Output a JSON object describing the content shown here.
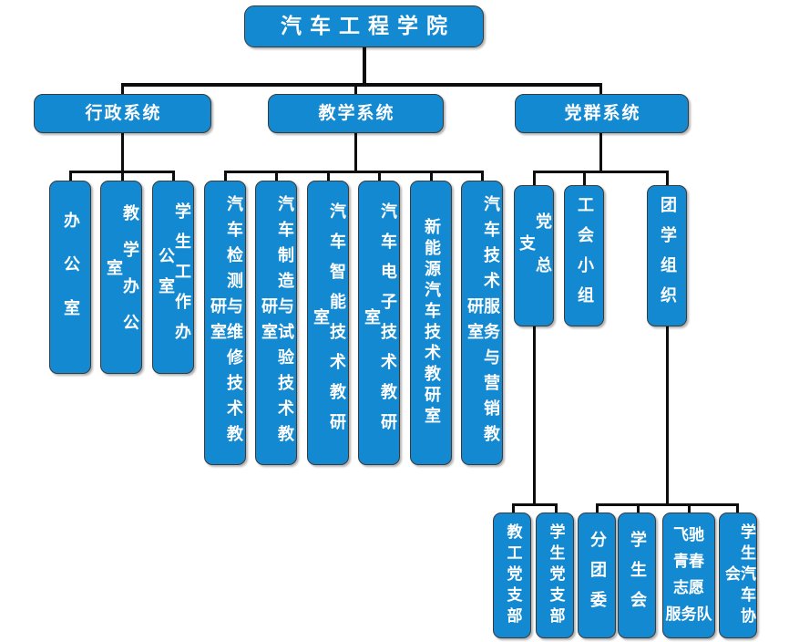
{
  "meta": {
    "title": "汽车工程学院组织结构图",
    "colors": {
      "node_fill": "#1389d2",
      "node_border": "#3a3a3a",
      "node_text": "#ffffff",
      "connector": "#0d0d0d",
      "background": "#ffffff"
    }
  },
  "root": {
    "label": "汽车工程学院"
  },
  "level2": [
    {
      "label": "行政系统"
    },
    {
      "label": "教学系统"
    },
    {
      "label": "党群系统"
    }
  ],
  "admin_children": [
    {
      "label": "办公室"
    },
    {
      "label": "教学办公室"
    },
    {
      "label": "学生工作办公室"
    }
  ],
  "teaching_children": [
    {
      "label": "汽车检测与维修技术教研室"
    },
    {
      "label": "汽车制造与试验技术教研室"
    },
    {
      "label": "汽车智能技术教研室"
    },
    {
      "label": "汽车电子技术教研室"
    },
    {
      "label": "新能源汽车技术教研室"
    },
    {
      "label": "汽车技术服务与营销教研室"
    }
  ],
  "party_children": [
    {
      "label": "党总支"
    },
    {
      "label": "工会小组"
    },
    {
      "label": "团学组织"
    }
  ],
  "party_branch_children": [
    {
      "label": "教工党支部"
    },
    {
      "label": "学生党支部"
    }
  ],
  "youth_children": [
    {
      "label": "分团委"
    },
    {
      "label": "学生会"
    },
    {
      "label": "飞驰青春志愿服务队",
      "lines": [
        "飞驰",
        "青春",
        "志愿",
        "服务队"
      ]
    },
    {
      "label": "学生汽车协会"
    }
  ]
}
